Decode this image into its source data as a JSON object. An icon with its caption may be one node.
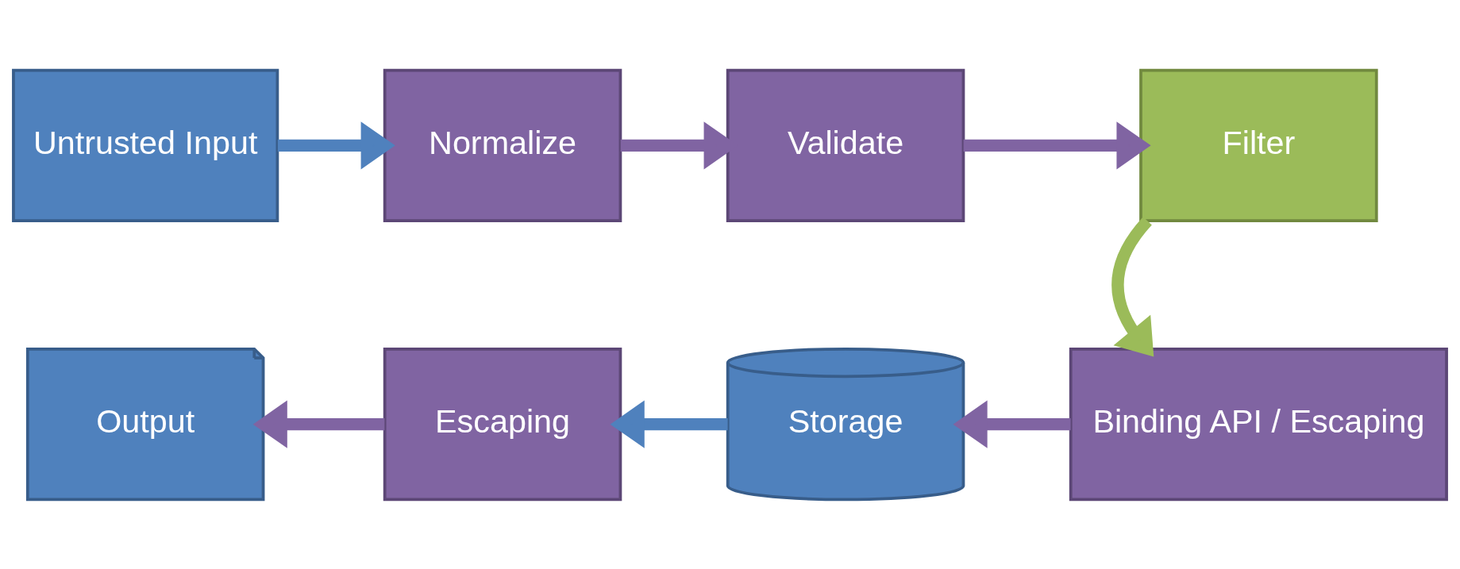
{
  "diagram": {
    "nodes": [
      {
        "text": [
          "Untrusted Input"
        ]
      },
      {
        "text": [
          "Normalize"
        ]
      },
      {
        "text": [
          "Validate"
        ]
      },
      {
        "text": [
          "Filter"
        ]
      },
      {
        "text": [
          "Binding API / Escaping"
        ]
      },
      {
        "text": [
          "Storage"
        ]
      },
      {
        "text": [
          "Escaping"
        ]
      },
      {
        "text": [
          "Output"
        ]
      }
    ],
    "edges": [
      {
        "from": 0,
        "to": 1,
        "arrow": "to",
        "color": "#4f81bd"
      },
      {
        "from": 1,
        "to": 2,
        "arrow": "to"
      },
      {
        "from": 2,
        "to": 3,
        "arrow": "to"
      },
      {
        "from": 3,
        "to": 4,
        "arrow": "to",
        "color": "#9bbb59"
      },
      {
        "from": 4,
        "to": 5,
        "arrow": "to"
      },
      {
        "from": 5,
        "to": 6,
        "arrow": "to",
        "color": "#4f81bd"
      },
      {
        "from": 6,
        "to": 7,
        "arrow": "to"
      }
    ]
  }
}
